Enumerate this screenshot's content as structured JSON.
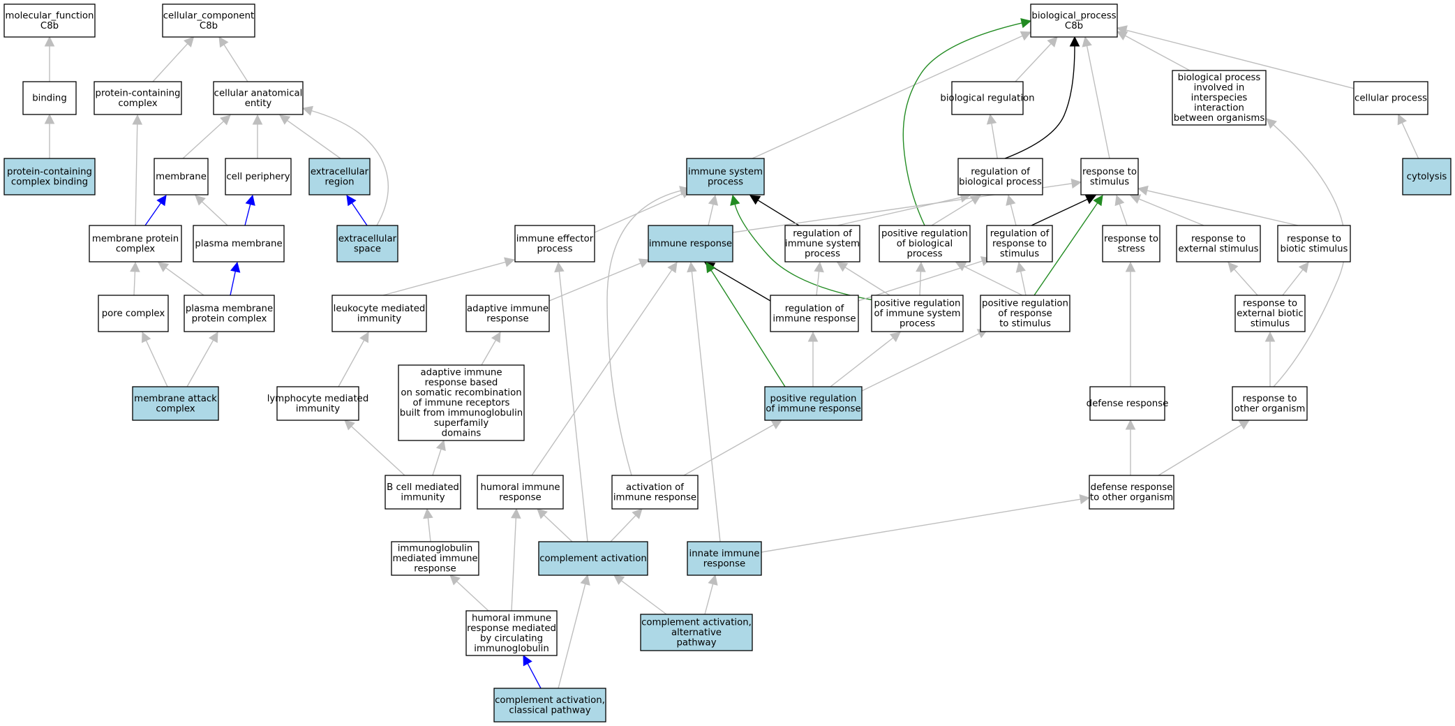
{
  "graph": {
    "colors": {
      "highlight_fill": "#add8e6",
      "plain_fill": "#ffffff",
      "edge_is_a": "#bebebe",
      "edge_part_of": "#0000ff",
      "edge_regulates": "#000000",
      "edge_positively_regulates": "#228b22"
    },
    "nodes": [
      {
        "id": "mf",
        "lines": [
          "molecular_function",
          "C8b"
        ],
        "highlight": false
      },
      {
        "id": "cc",
        "lines": [
          "cellular_component",
          "C8b"
        ],
        "highlight": false
      },
      {
        "id": "bp",
        "lines": [
          "biological_process",
          "C8b"
        ],
        "highlight": false
      },
      {
        "id": "binding",
        "lines": [
          "binding"
        ],
        "highlight": false
      },
      {
        "id": "pcc",
        "lines": [
          "protein-containing",
          "complex"
        ],
        "highlight": false
      },
      {
        "id": "cae",
        "lines": [
          "cellular anatomical",
          "entity"
        ],
        "highlight": false
      },
      {
        "id": "breg",
        "lines": [
          "biological regulation"
        ],
        "highlight": false
      },
      {
        "id": "bpii",
        "lines": [
          "biological process",
          "involved in",
          "interspecies",
          "interaction",
          "between organisms"
        ],
        "highlight": false
      },
      {
        "id": "cp",
        "lines": [
          "cellular process"
        ],
        "highlight": false
      },
      {
        "id": "pccb",
        "lines": [
          "protein-containing",
          "complex binding"
        ],
        "highlight": true
      },
      {
        "id": "membrane",
        "lines": [
          "membrane"
        ],
        "highlight": false
      },
      {
        "id": "cperi",
        "lines": [
          "cell periphery"
        ],
        "highlight": false
      },
      {
        "id": "ecreg",
        "lines": [
          "extracellular",
          "region"
        ],
        "highlight": true
      },
      {
        "id": "isp",
        "lines": [
          "immune system",
          "process"
        ],
        "highlight": true
      },
      {
        "id": "rbp",
        "lines": [
          "regulation of",
          "biological process"
        ],
        "highlight": false
      },
      {
        "id": "rts",
        "lines": [
          "response to",
          "stimulus"
        ],
        "highlight": false
      },
      {
        "id": "cytolysis",
        "lines": [
          "cytolysis"
        ],
        "highlight": true
      },
      {
        "id": "mpc",
        "lines": [
          "membrane protein",
          "complex"
        ],
        "highlight": false
      },
      {
        "id": "pm",
        "lines": [
          "plasma membrane"
        ],
        "highlight": false
      },
      {
        "id": "ecspace",
        "lines": [
          "extracellular",
          "space"
        ],
        "highlight": true
      },
      {
        "id": "iep",
        "lines": [
          "immune effector",
          "process"
        ],
        "highlight": false
      },
      {
        "id": "ir",
        "lines": [
          "immune response"
        ],
        "highlight": true
      },
      {
        "id": "risp",
        "lines": [
          "regulation of",
          "immune system",
          "process"
        ],
        "highlight": false
      },
      {
        "id": "prbp",
        "lines": [
          "positive regulation",
          "of biological",
          "process"
        ],
        "highlight": false
      },
      {
        "id": "rrts",
        "lines": [
          "regulation of",
          "response to",
          "stimulus"
        ],
        "highlight": false
      },
      {
        "id": "rtstress",
        "lines": [
          "response to",
          "stress"
        ],
        "highlight": false
      },
      {
        "id": "rtes",
        "lines": [
          "response to",
          "external stimulus"
        ],
        "highlight": false
      },
      {
        "id": "rtbs",
        "lines": [
          "response to",
          "biotic stimulus"
        ],
        "highlight": false
      },
      {
        "id": "porec",
        "lines": [
          "pore complex"
        ],
        "highlight": false
      },
      {
        "id": "pmpc",
        "lines": [
          "plasma membrane",
          "protein complex"
        ],
        "highlight": false
      },
      {
        "id": "lmi",
        "lines": [
          "leukocyte mediated",
          "immunity"
        ],
        "highlight": false
      },
      {
        "id": "air",
        "lines": [
          "adaptive immune",
          "response"
        ],
        "highlight": false
      },
      {
        "id": "rir",
        "lines": [
          "regulation of",
          "immune response"
        ],
        "highlight": false
      },
      {
        "id": "prisp",
        "lines": [
          "positive regulation",
          "of immune system",
          "process"
        ],
        "highlight": false
      },
      {
        "id": "prrts",
        "lines": [
          "positive regulation",
          "of response",
          "to stimulus"
        ],
        "highlight": false
      },
      {
        "id": "rtebs",
        "lines": [
          "response to",
          "external biotic",
          "stimulus"
        ],
        "highlight": false
      },
      {
        "id": "mac",
        "lines": [
          "membrane attack",
          "complex"
        ],
        "highlight": true
      },
      {
        "id": "lymi",
        "lines": [
          "lymphocyte mediated",
          "immunity"
        ],
        "highlight": false
      },
      {
        "id": "airsr",
        "lines": [
          "adaptive immune",
          "response based",
          "on somatic recombination",
          "of immune receptors",
          "built from immunoglobulin",
          "superfamily",
          "domains"
        ],
        "highlight": false
      },
      {
        "id": "prir",
        "lines": [
          "positive regulation",
          "of immune response"
        ],
        "highlight": true
      },
      {
        "id": "defr",
        "lines": [
          "defense response"
        ],
        "highlight": false
      },
      {
        "id": "rtoo",
        "lines": [
          "response to",
          "other organism"
        ],
        "highlight": false
      },
      {
        "id": "bcmi",
        "lines": [
          "B cell mediated",
          "immunity"
        ],
        "highlight": false
      },
      {
        "id": "hir",
        "lines": [
          "humoral immune",
          "response"
        ],
        "highlight": false
      },
      {
        "id": "air2",
        "lines": [
          "activation of",
          "immune response"
        ],
        "highlight": false
      },
      {
        "id": "drtoo",
        "lines": [
          "defense response",
          "to other organism"
        ],
        "highlight": false
      },
      {
        "id": "imir",
        "lines": [
          "immunoglobulin",
          "mediated immune",
          "response"
        ],
        "highlight": false
      },
      {
        "id": "compact",
        "lines": [
          "complement activation"
        ],
        "highlight": true
      },
      {
        "id": "iir",
        "lines": [
          "innate immune",
          "response"
        ],
        "highlight": true
      },
      {
        "id": "hirci",
        "lines": [
          "humoral immune",
          "response mediated",
          "by circulating",
          "immunoglobulin"
        ],
        "highlight": false
      },
      {
        "id": "caalt",
        "lines": [
          "complement activation,",
          "alternative",
          "pathway"
        ],
        "highlight": true
      },
      {
        "id": "cacl",
        "lines": [
          "complement activation,",
          "classical pathway"
        ],
        "highlight": true
      }
    ],
    "edges": [
      {
        "from": "binding",
        "to": "mf",
        "type": "is_a"
      },
      {
        "from": "pccb",
        "to": "binding",
        "type": "is_a"
      },
      {
        "from": "pcc",
        "to": "cc",
        "type": "is_a"
      },
      {
        "from": "cae",
        "to": "cc",
        "type": "is_a"
      },
      {
        "from": "membrane",
        "to": "cae",
        "type": "is_a"
      },
      {
        "from": "cperi",
        "to": "cae",
        "type": "is_a"
      },
      {
        "from": "ecreg",
        "to": "cae",
        "type": "is_a"
      },
      {
        "from": "ecspace",
        "to": "cae",
        "type": "is_a"
      },
      {
        "from": "ecspace",
        "to": "ecreg",
        "type": "part_of"
      },
      {
        "from": "mpc",
        "to": "membrane",
        "type": "part_of"
      },
      {
        "from": "mpc",
        "to": "pcc",
        "type": "is_a"
      },
      {
        "from": "pm",
        "to": "membrane",
        "type": "is_a"
      },
      {
        "from": "pm",
        "to": "cperi",
        "type": "part_of"
      },
      {
        "from": "porec",
        "to": "mpc",
        "type": "is_a"
      },
      {
        "from": "pmpc",
        "to": "mpc",
        "type": "is_a"
      },
      {
        "from": "pmpc",
        "to": "pm",
        "type": "part_of"
      },
      {
        "from": "mac",
        "to": "porec",
        "type": "is_a"
      },
      {
        "from": "mac",
        "to": "pmpc",
        "type": "is_a"
      },
      {
        "from": "isp",
        "to": "bp",
        "type": "is_a"
      },
      {
        "from": "breg",
        "to": "bp",
        "type": "is_a"
      },
      {
        "from": "bpii",
        "to": "bp",
        "type": "is_a"
      },
      {
        "from": "cp",
        "to": "bp",
        "type": "is_a"
      },
      {
        "from": "rts",
        "to": "bp",
        "type": "is_a"
      },
      {
        "from": "rbp",
        "to": "bp",
        "type": "regulates"
      },
      {
        "from": "prbp",
        "to": "bp",
        "type": "positively_regulates"
      },
      {
        "from": "cytolysis",
        "to": "cp",
        "type": "is_a"
      },
      {
        "from": "rbp",
        "to": "breg",
        "type": "is_a"
      },
      {
        "from": "rtoo",
        "to": "bpii",
        "type": "is_a"
      },
      {
        "from": "iep",
        "to": "isp",
        "type": "is_a"
      },
      {
        "from": "ir",
        "to": "isp",
        "type": "is_a"
      },
      {
        "from": "risp",
        "to": "isp",
        "type": "regulates"
      },
      {
        "from": "prisp",
        "to": "isp",
        "type": "positively_regulates"
      },
      {
        "from": "air2",
        "to": "isp",
        "type": "is_a"
      },
      {
        "from": "ir",
        "to": "rts",
        "type": "is_a"
      },
      {
        "from": "risp",
        "to": "rbp",
        "type": "is_a"
      },
      {
        "from": "prbp",
        "to": "rbp",
        "type": "is_a"
      },
      {
        "from": "rrts",
        "to": "rbp",
        "type": "is_a"
      },
      {
        "from": "rrts",
        "to": "rts",
        "type": "regulates"
      },
      {
        "from": "prrts",
        "to": "rts",
        "type": "positively_regulates"
      },
      {
        "from": "rtstress",
        "to": "rts",
        "type": "is_a"
      },
      {
        "from": "rtes",
        "to": "rts",
        "type": "is_a"
      },
      {
        "from": "rtbs",
        "to": "rts",
        "type": "is_a"
      },
      {
        "from": "lmi",
        "to": "iep",
        "type": "is_a"
      },
      {
        "from": "compact",
        "to": "iep",
        "type": "is_a"
      },
      {
        "from": "air",
        "to": "ir",
        "type": "is_a"
      },
      {
        "from": "rir",
        "to": "ir",
        "type": "regulates"
      },
      {
        "from": "prir",
        "to": "ir",
        "type": "positively_regulates"
      },
      {
        "from": "hir",
        "to": "ir",
        "type": "is_a"
      },
      {
        "from": "iir",
        "to": "ir",
        "type": "is_a"
      },
      {
        "from": "rir",
        "to": "risp",
        "type": "is_a"
      },
      {
        "from": "rir",
        "to": "rrts",
        "type": "is_a"
      },
      {
        "from": "prisp",
        "to": "risp",
        "type": "is_a"
      },
      {
        "from": "prisp",
        "to": "prbp",
        "type": "is_a"
      },
      {
        "from": "prrts",
        "to": "prbp",
        "type": "is_a"
      },
      {
        "from": "prrts",
        "to": "rrts",
        "type": "is_a"
      },
      {
        "from": "rtebs",
        "to": "rtes",
        "type": "is_a"
      },
      {
        "from": "rtebs",
        "to": "rtbs",
        "type": "is_a"
      },
      {
        "from": "rtoo",
        "to": "rtebs",
        "type": "is_a"
      },
      {
        "from": "defr",
        "to": "rtstress",
        "type": "is_a"
      },
      {
        "from": "lymi",
        "to": "lmi",
        "type": "is_a"
      },
      {
        "from": "airsr",
        "to": "air",
        "type": "is_a"
      },
      {
        "from": "prir",
        "to": "rir",
        "type": "is_a"
      },
      {
        "from": "prir",
        "to": "prisp",
        "type": "is_a"
      },
      {
        "from": "prir",
        "to": "prrts",
        "type": "is_a"
      },
      {
        "from": "air2",
        "to": "prir",
        "type": "is_a"
      },
      {
        "from": "drtoo",
        "to": "defr",
        "type": "is_a"
      },
      {
        "from": "drtoo",
        "to": "rtoo",
        "type": "is_a"
      },
      {
        "from": "iir",
        "to": "drtoo",
        "type": "is_a"
      },
      {
        "from": "bcmi",
        "to": "lymi",
        "type": "is_a"
      },
      {
        "from": "bcmi",
        "to": "airsr",
        "type": "is_a"
      },
      {
        "from": "imir",
        "to": "bcmi",
        "type": "is_a"
      },
      {
        "from": "compact",
        "to": "hir",
        "type": "is_a"
      },
      {
        "from": "hirci",
        "to": "hir",
        "type": "is_a"
      },
      {
        "from": "compact",
        "to": "air2",
        "type": "is_a"
      },
      {
        "from": "hirci",
        "to": "imir",
        "type": "is_a"
      },
      {
        "from": "caalt",
        "to": "compact",
        "type": "is_a"
      },
      {
        "from": "caalt",
        "to": "iir",
        "type": "is_a"
      },
      {
        "from": "cacl",
        "to": "compact",
        "type": "is_a"
      },
      {
        "from": "cacl",
        "to": "hirci",
        "type": "part_of"
      }
    ]
  }
}
